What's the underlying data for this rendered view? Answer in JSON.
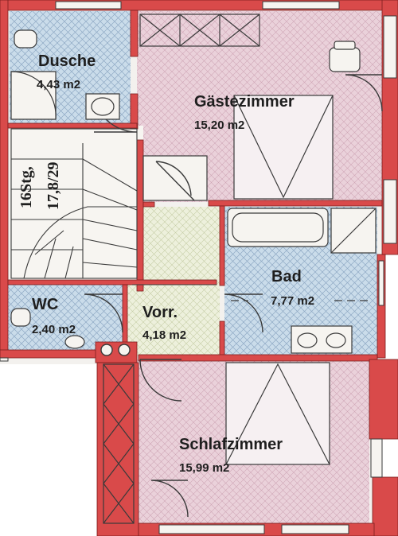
{
  "rooms": [
    {
      "name": "Dusche",
      "area": "4,43 m2"
    },
    {
      "name": "Gästezimmer",
      "area": "15,20 m2"
    },
    {
      "name": "Bad",
      "area": "7,77 m2"
    },
    {
      "name": "WC",
      "area": "2,40 m2"
    },
    {
      "name": "Vorr.",
      "area": "4,18 m2"
    },
    {
      "name": "Schlafzimmer",
      "area": "15,99 m2"
    }
  ],
  "stairs": {
    "steps": "16Stg,",
    "rise_run": "17,8/29"
  },
  "colors": {
    "wall": "#d94a4a",
    "bedroom_fill": "#e9ccd6",
    "wet_room_fill": "#bcd3e6",
    "hall_fill": "#e6ecd5",
    "line": "#3a3a3a"
  }
}
